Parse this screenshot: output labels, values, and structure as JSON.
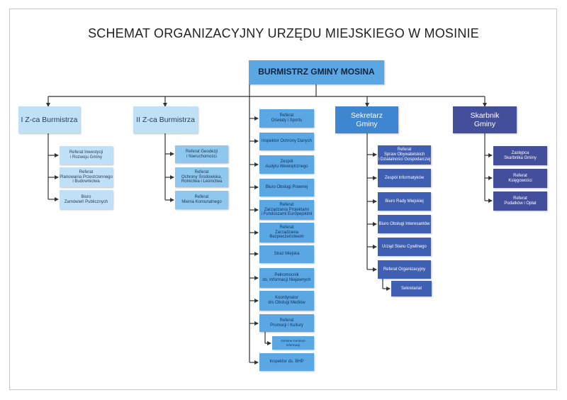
{
  "title": "SCHEMAT ORGANIZACYJNY URZĘDU MIEJSKIEGO W MOSINIE",
  "head": "BURMISTRZ GMINY MOSINA",
  "z1": {
    "label": "I Z-ca Burmistrza",
    "items": [
      "Referat Inwestycji\ni Rozwoju Gminy",
      "Referat\nPlanowania Przestrzennego\ni Budownictwa",
      "Biuro\nZamówień Publicznych"
    ]
  },
  "z2": {
    "label": "II Z-ca Burmistrza",
    "items": [
      "Referat Geodezji\ni Nieruchomości",
      "Referat\nOchrony Środowiska,\nRolnictwa i Leśnictwa",
      "Referat\nMienia Komunalnego"
    ]
  },
  "center": {
    "items": [
      "Referat\nOświaty i Sportu",
      "Inspektor Ochrony Danych",
      "Zespół\nAudytu Wewnętrznego",
      "Biuro Obsługi Prawnej",
      "Referat\nZarządzania Projektami\ni Funduszami Europejskimi",
      "Referat\nZarządzania\nBezpieczeństwem",
      "Straż Miejska",
      "Pełnomocnik\nds. Informacji Niejawnych",
      "Koordynator\nd/s Obsługi Mediów",
      "Referat\nPromocji i Kultury",
      "Inspektor ds. BHP"
    ],
    "sub": "Gminne Centrum\nInformacji"
  },
  "sek": {
    "label": "Sekretarz\nGminy",
    "items": [
      "Referat\nSpraw Obywatelskich\ni Działalności Gospodarczej",
      "Zespół Informatyków",
      "Biuro Rady Miejskiej",
      "Biuro Obsługi Interesantów",
      "Urząd Stanu Cywilnego",
      "Referat Organizacyjny"
    ],
    "sub": "Sekretariat"
  },
  "skarb": {
    "label": "Skarbnik\nGminy",
    "items": [
      "Zastępca\nSkarbnika Gminy",
      "Referat\nKsięgowości",
      "Referat\nPodatków i Opłat"
    ]
  }
}
